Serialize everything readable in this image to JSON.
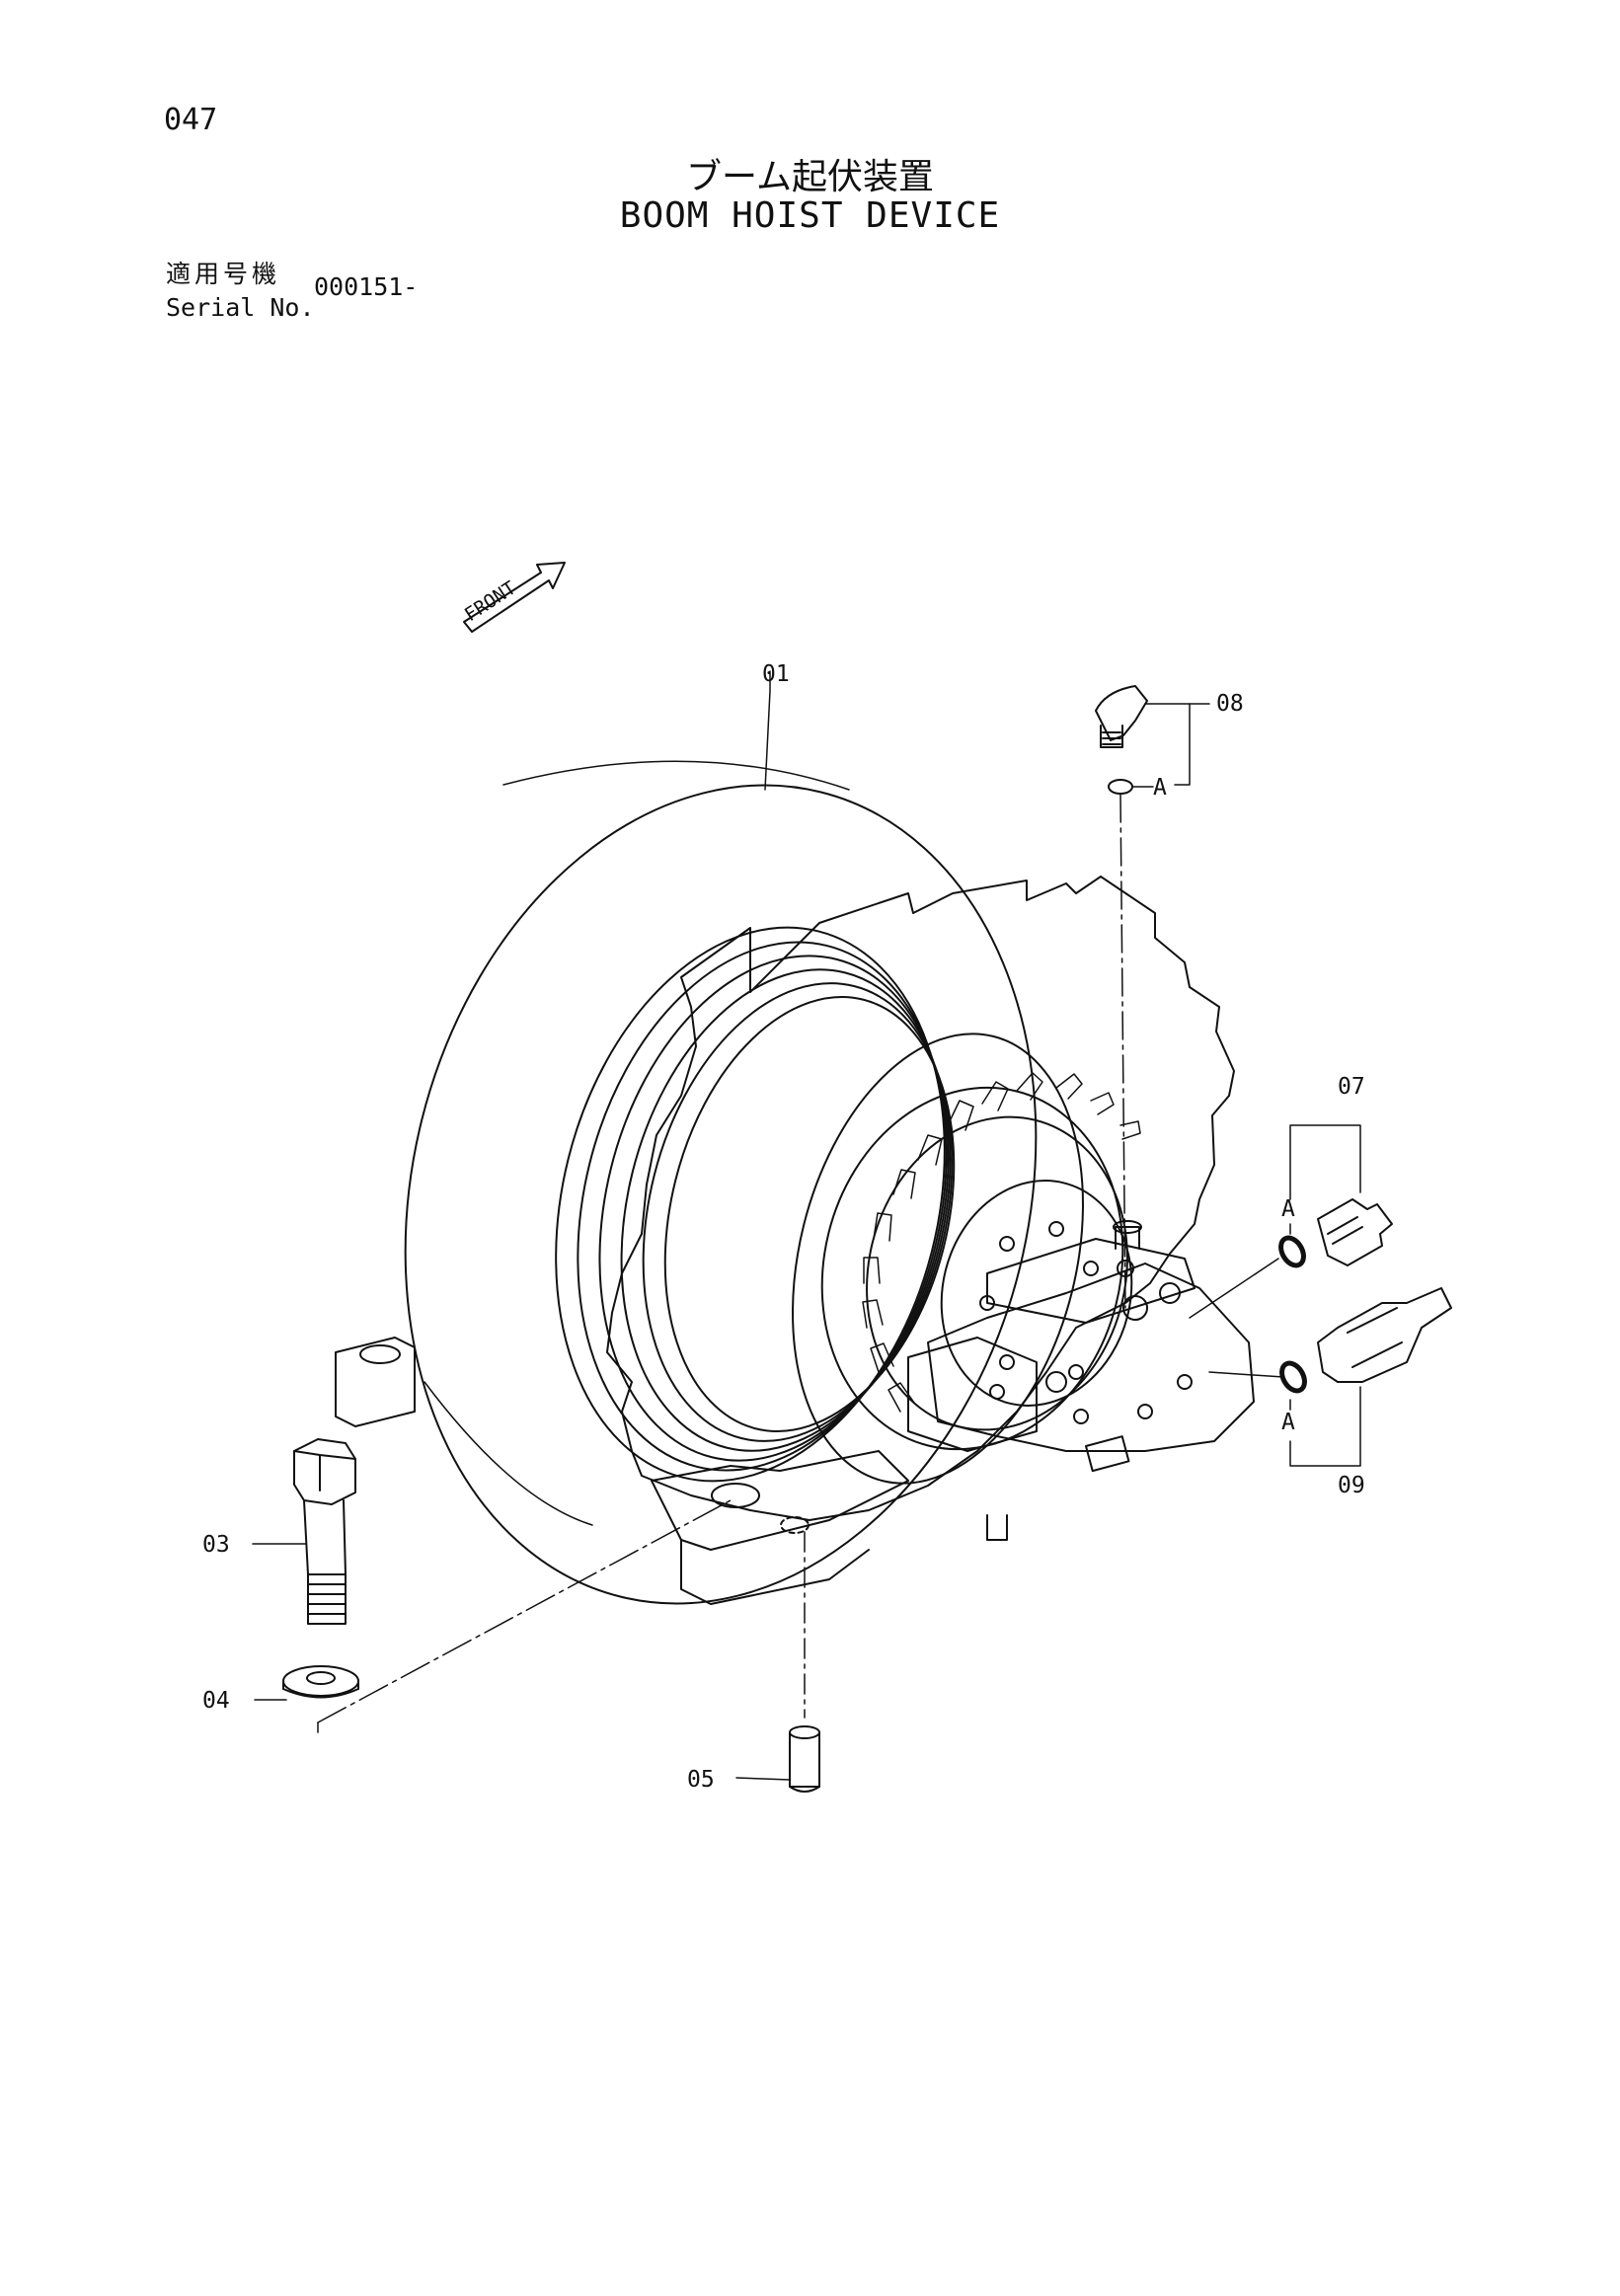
{
  "header": {
    "page_number": "047",
    "title_jp": "ブーム起伏装置",
    "title_en": "BOOM HOIST DEVICE",
    "serial_label_jp": "適用号機",
    "serial_label_en": "Serial No.",
    "serial_value": "000151-"
  },
  "diagram": {
    "front_label": "FRONT",
    "callouts": {
      "p01": "01",
      "p03": "03",
      "p04": "04",
      "p05": "05",
      "p07": "07",
      "p08": "08",
      "p09": "09"
    },
    "ref_mark": "A"
  }
}
